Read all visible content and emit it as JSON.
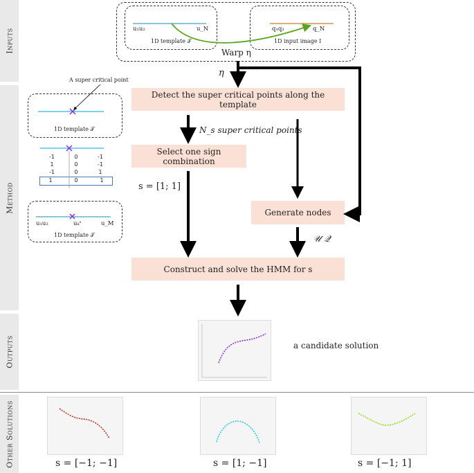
{
  "sections": {
    "inputs": "Inputs",
    "method": "Method",
    "outputs": "Outputs",
    "other": "Other Solutions"
  },
  "inputs": {
    "template_caption": "1D template 𝒯",
    "template_left": "u₁u₂",
    "template_right": "u_N",
    "image_caption": "1D input image I",
    "image_left": "q₁q₂",
    "image_right": "q_N",
    "warp": "Warp η"
  },
  "method": {
    "eta": "η",
    "detect": "Detect the super critical points along the template",
    "ns": "N_s super critical points",
    "select": "Select one sign combination",
    "s_value": "s = [1; 1]",
    "generate": "Generate nodes",
    "uq": "𝒰  𝒬",
    "construct": "Construct and solve the HMM for s"
  },
  "illustration": {
    "callout": "A super critical point",
    "template_caption_1": "1D template 𝒯",
    "template_caption_2": "1D template 𝒯",
    "table": [
      [
        "-1",
        "0",
        "-1"
      ],
      [
        "1",
        "0",
        "-1"
      ],
      [
        "-1",
        "0",
        "1"
      ],
      [
        "1",
        "0",
        "1"
      ]
    ],
    "bottom_left": "u₁u₂",
    "bottom_mid": "uₖˢ",
    "bottom_right": "u_M"
  },
  "outputs": {
    "label": "a candidate solution"
  },
  "other_solutions": [
    {
      "label": "s = [−1; −1]",
      "color": "#d42a1e"
    },
    {
      "label": "s = [1; −1]",
      "color": "#27cfe6"
    },
    {
      "label": "s = [−1; 1]",
      "color": "#8fe01c"
    }
  ],
  "colors": {
    "box_fill": "#fbe0d6",
    "candidate_curve": "#8a2be2",
    "template_line": "#29b6e8",
    "green_arrow": "#5aa51e",
    "marker": "#8a2be2"
  }
}
